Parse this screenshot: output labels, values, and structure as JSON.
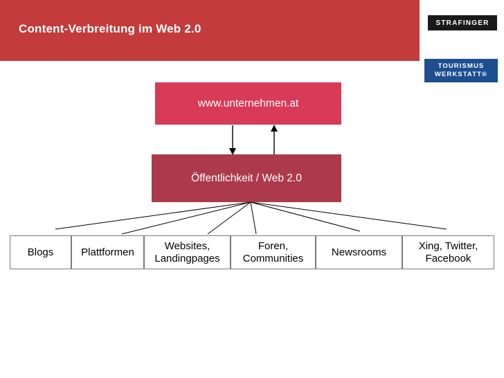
{
  "header": {
    "title": "Content-Verbreitung im Web 2.0",
    "accent_color": "#c33b3b",
    "logos": [
      {
        "name": "strafinger-logo",
        "text": "STRAFINGER",
        "bg": "#1a1a1a"
      },
      {
        "name": "tourismus-werkstatt-logo",
        "line1": "TOURISMUS",
        "line2": "WERKSTATT®",
        "bg": "#1d4e8f"
      }
    ]
  },
  "diagram": {
    "type": "hierarchy",
    "nodes": {
      "top": {
        "label": "www.unternehmen.at",
        "color": "#d83a57"
      },
      "middle": {
        "label": "Öffentlichkeit / Web 2.0",
        "color": "#ad3a4c"
      }
    },
    "leaves": [
      {
        "label": "Blogs"
      },
      {
        "label": "Plattformen"
      },
      {
        "label_line1": "Websites,",
        "label_line2": "Landingpages"
      },
      {
        "label_line1": "Foren,",
        "label_line2": "Communities"
      },
      {
        "label": "Newsrooms"
      },
      {
        "label_line1": "Xing, Twitter,",
        "label_line2": "Facebook"
      }
    ],
    "connections": [
      {
        "from": "top",
        "to": "middle",
        "direction": "down"
      },
      {
        "from": "middle",
        "to": "top",
        "direction": "up"
      },
      {
        "from": "middle",
        "to": "leaves",
        "direction": "fan-out"
      }
    ]
  }
}
